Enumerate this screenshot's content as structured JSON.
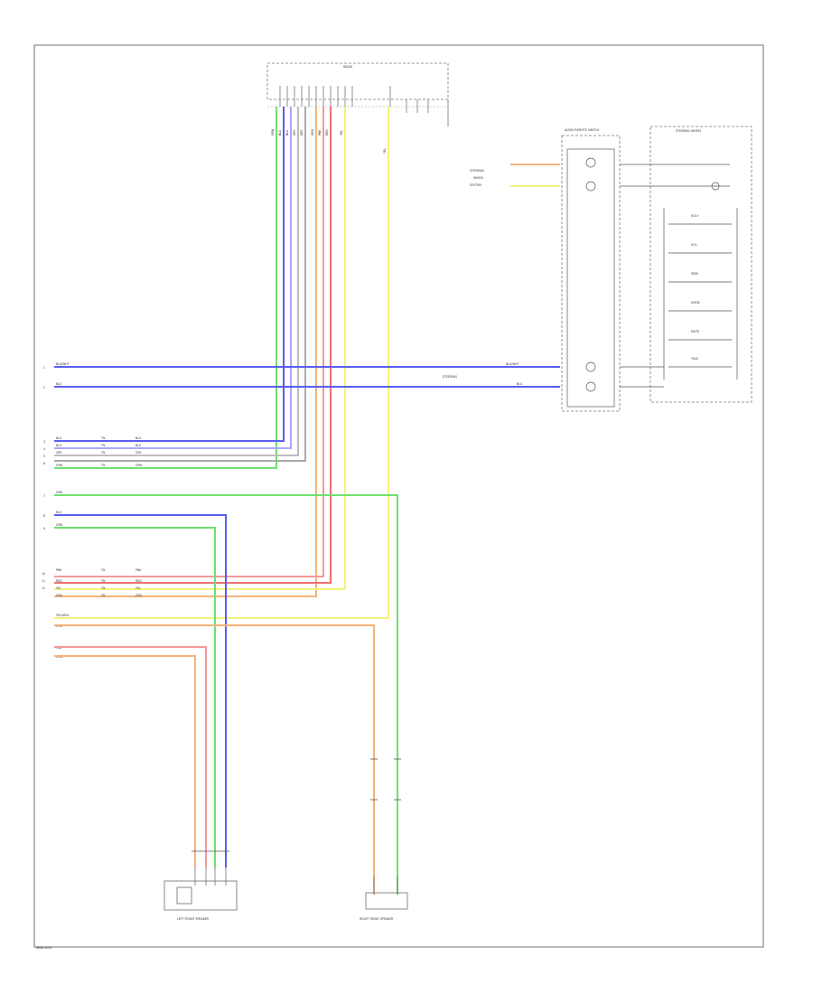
{
  "colors": {
    "blue": "#5a5cf0",
    "green": "#6fe06f",
    "yellow": "#f4f27a",
    "orange": "#f6b27a",
    "pink": "#f39a9a",
    "red": "#f07070",
    "gray": "#9a9a9a",
    "frame": "#888888"
  },
  "footer": {
    "code": "W&B 2014"
  },
  "connectors": {
    "top_header": "RADIO",
    "steering_switch": "AUDIO REMOTE SWITCH",
    "module_right": "STEERING WHEEL",
    "left_speaker": "LEFT FRONT SPEAKER",
    "right_speaker": "RIGHT FRONT SPEAKER"
  },
  "wire_labels": {
    "blu_wht": "BLU/WHT",
    "blu": "BLU",
    "grn": "GRN",
    "yel": "YEL",
    "org": "ORG",
    "pnk": "PNK",
    "red": "RED",
    "gry": "GRY",
    "yel_grn": "YEL/GRN"
  },
  "pin_labels": [
    "1",
    "2",
    "3",
    "4",
    "5",
    "6",
    "7",
    "8",
    "9",
    "10",
    "11",
    "12"
  ]
}
